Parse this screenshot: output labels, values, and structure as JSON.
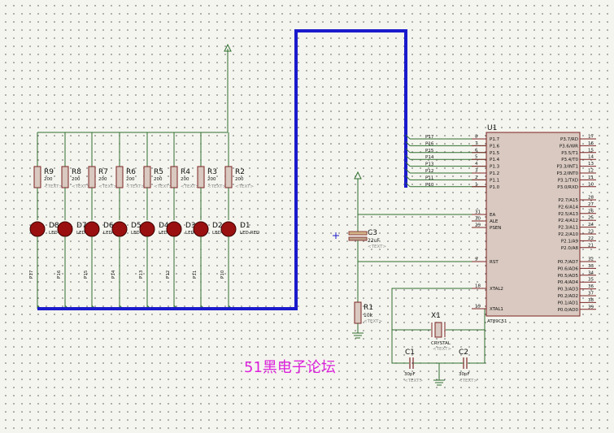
{
  "watermark": "51黑电子论坛",
  "mcu": {
    "ref": "U1",
    "part": "AT89C51",
    "left_pins": [
      {
        "num": "8",
        "name": "P1.7"
      },
      {
        "num": "7",
        "name": "P1.6"
      },
      {
        "num": "6",
        "name": "P1.5"
      },
      {
        "num": "5",
        "name": "P1.4"
      },
      {
        "num": "4",
        "name": "P1.3"
      },
      {
        "num": "3",
        "name": "P1.2"
      },
      {
        "num": "2",
        "name": "P1.1"
      },
      {
        "num": "1",
        "name": "P1.0"
      },
      {
        "num": "31",
        "name": "EA"
      },
      {
        "num": "30",
        "name": "ALE"
      },
      {
        "num": "29",
        "name": "PSEN"
      },
      {
        "num": "9",
        "name": "RST"
      },
      {
        "num": "18",
        "name": "XTAL2"
      },
      {
        "num": "19",
        "name": "XTAL1"
      }
    ],
    "right_pins": [
      {
        "num": "17",
        "name": "P3.7/RD"
      },
      {
        "num": "16",
        "name": "P3.6/WR"
      },
      {
        "num": "15",
        "name": "P3.5/T1"
      },
      {
        "num": "14",
        "name": "P3.4/T0"
      },
      {
        "num": "13",
        "name": "P3.3/INT1"
      },
      {
        "num": "12",
        "name": "P3.2/INT0"
      },
      {
        "num": "11",
        "name": "P3.1/TXD"
      },
      {
        "num": "10",
        "name": "P3.0/RXD"
      },
      {
        "num": "28",
        "name": "P2.7/A15"
      },
      {
        "num": "27",
        "name": "P2.6/A14"
      },
      {
        "num": "26",
        "name": "P2.5/A13"
      },
      {
        "num": "25",
        "name": "P2.4/A12"
      },
      {
        "num": "24",
        "name": "P2.3/A11"
      },
      {
        "num": "23",
        "name": "P2.2/A10"
      },
      {
        "num": "22",
        "name": "P2.1/A9"
      },
      {
        "num": "21",
        "name": "P2.0/A8"
      },
      {
        "num": "32",
        "name": "P0.7/AD7"
      },
      {
        "num": "33",
        "name": "P0.6/AD6"
      },
      {
        "num": "34",
        "name": "P0.5/AD5"
      },
      {
        "num": "35",
        "name": "P0.4/AD4"
      },
      {
        "num": "36",
        "name": "P0.3/AD3"
      },
      {
        "num": "37",
        "name": "P0.2/AD2"
      },
      {
        "num": "38",
        "name": "P0.1/AD1"
      },
      {
        "num": "39",
        "name": "P0.0/AD0"
      }
    ]
  },
  "net_labels_bus": [
    "P17",
    "P16",
    "P15",
    "P14",
    "P13",
    "P12",
    "P11",
    "P10"
  ],
  "resistors": [
    {
      "ref": "R9",
      "value": "200"
    },
    {
      "ref": "R8",
      "value": "200"
    },
    {
      "ref": "R7",
      "value": "200"
    },
    {
      "ref": "R6",
      "value": "200"
    },
    {
      "ref": "R5",
      "value": "200"
    },
    {
      "ref": "R4",
      "value": "200"
    },
    {
      "ref": "R3",
      "value": "200"
    },
    {
      "ref": "R2",
      "value": "200"
    }
  ],
  "resistor_text_tag": "<TEXT>",
  "leds": [
    {
      "ref": "D8",
      "value": "LED-RED"
    },
    {
      "ref": "D7",
      "value": "LED-RED"
    },
    {
      "ref": "D6",
      "value": "LED-RED"
    },
    {
      "ref": "D5",
      "value": "LED-RED"
    },
    {
      "ref": "D4",
      "value": "LED-RED"
    },
    {
      "ref": "D3",
      "value": "LED-RED"
    },
    {
      "ref": "D2",
      "value": "LED-RED"
    },
    {
      "ref": "D1",
      "value": "LED-RED"
    }
  ],
  "led_net_labels": [
    "P17",
    "P16",
    "P15",
    "P14",
    "P13",
    "P12",
    "P11",
    "P10"
  ],
  "c3": {
    "ref": "C3",
    "value": "22uF",
    "tag": "<TEXT>"
  },
  "r1": {
    "ref": "R1",
    "value": "10k",
    "tag": "<TEXT>"
  },
  "x1": {
    "ref": "X1",
    "value": "CRYSTAL",
    "tag": "<TEXT>"
  },
  "c1": {
    "ref": "C1",
    "value": "30pF",
    "tag": "<TEXT>"
  },
  "c2": {
    "ref": "C2",
    "value": "30pF",
    "tag": "<TEXT>"
  },
  "colors": {
    "wire": "#2f6f2f",
    "bus": "#1a1acc",
    "led": "#9a1010",
    "watermark": "#dd22dd",
    "chip_fill": "#d9c9c0",
    "chip_stroke": "#7a2222"
  }
}
